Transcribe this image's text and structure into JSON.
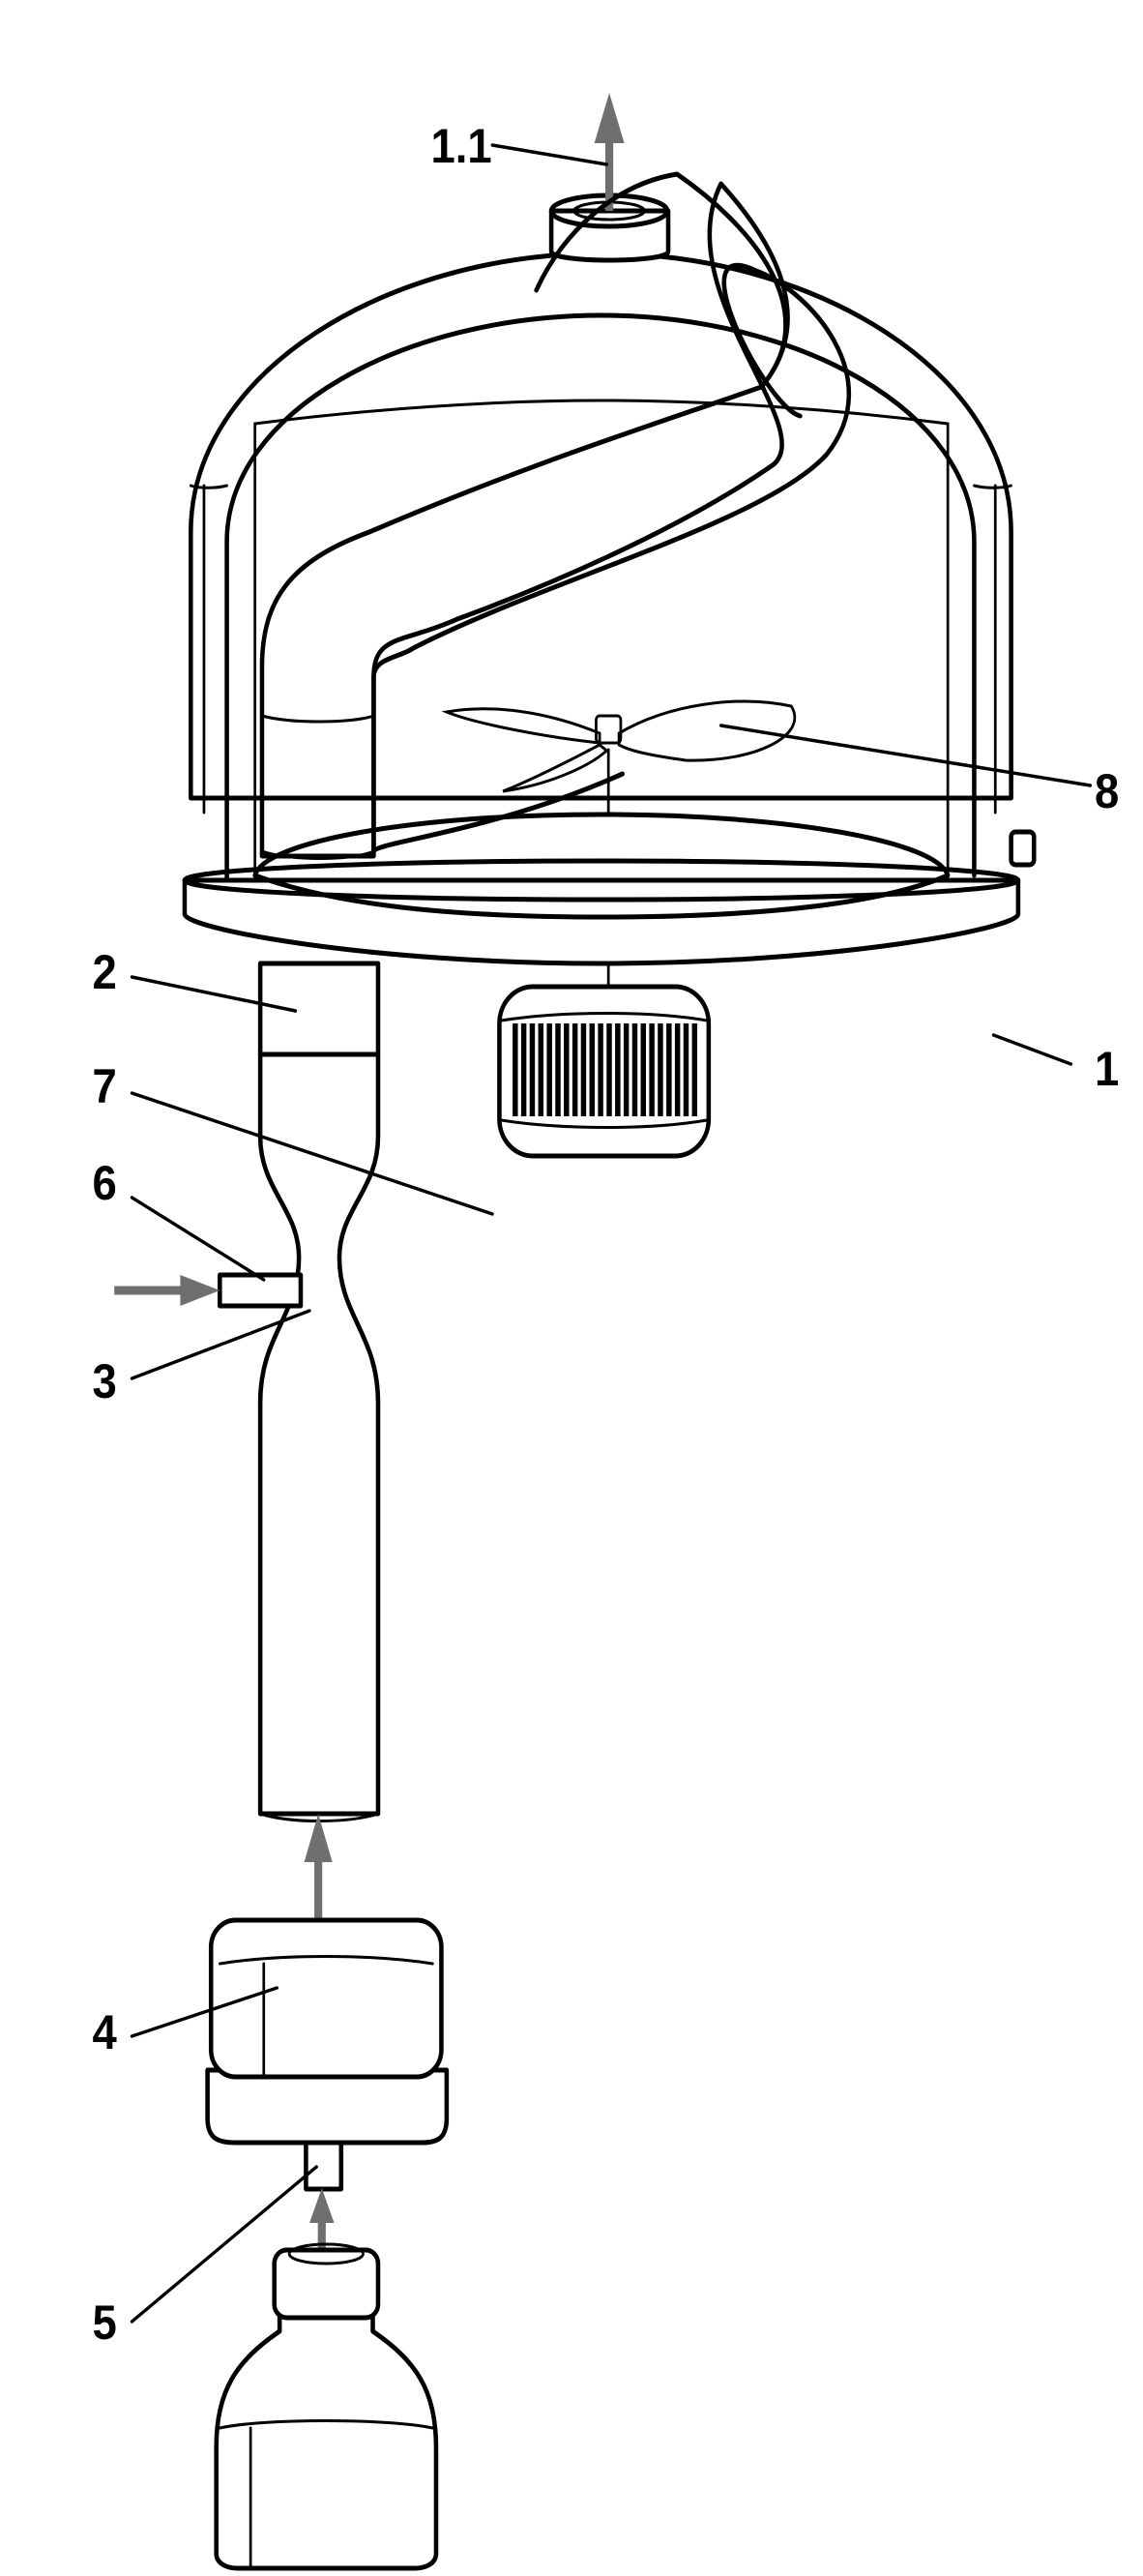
{
  "labels": {
    "gas_outlet": "1.1",
    "vessel": "1",
    "connector": "2",
    "venturi": "3",
    "pump": "4",
    "pump_inlet": "5",
    "side_inlet": "6",
    "feed_pipe": "7",
    "stirrer": "8"
  },
  "colors": {
    "line": "#000000",
    "flow_arrow": "#6f6f6f",
    "background": "#ffffff"
  }
}
